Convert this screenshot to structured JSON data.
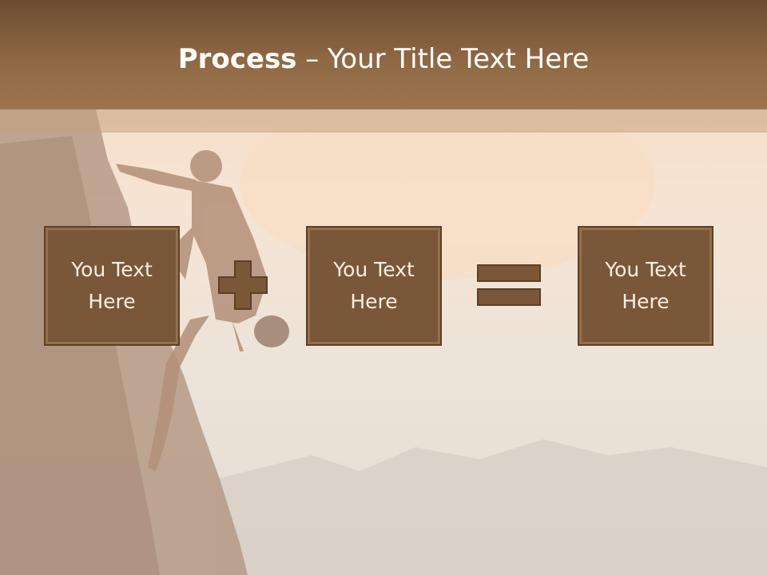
{
  "slide": {
    "title_bold": "Process",
    "title_rest": " – Your Title Text Here"
  },
  "boxes": [
    {
      "text": "You Text Here"
    },
    {
      "text": "You Text Here"
    },
    {
      "text": "You Text Here"
    }
  ],
  "operators": {
    "plus": "plus-sign",
    "equals": "equals-sign"
  },
  "colors": {
    "header": "#8f6844",
    "box_fill": "#7a5738",
    "box_border": "#5b3f25",
    "text_light": "#ffffff"
  }
}
